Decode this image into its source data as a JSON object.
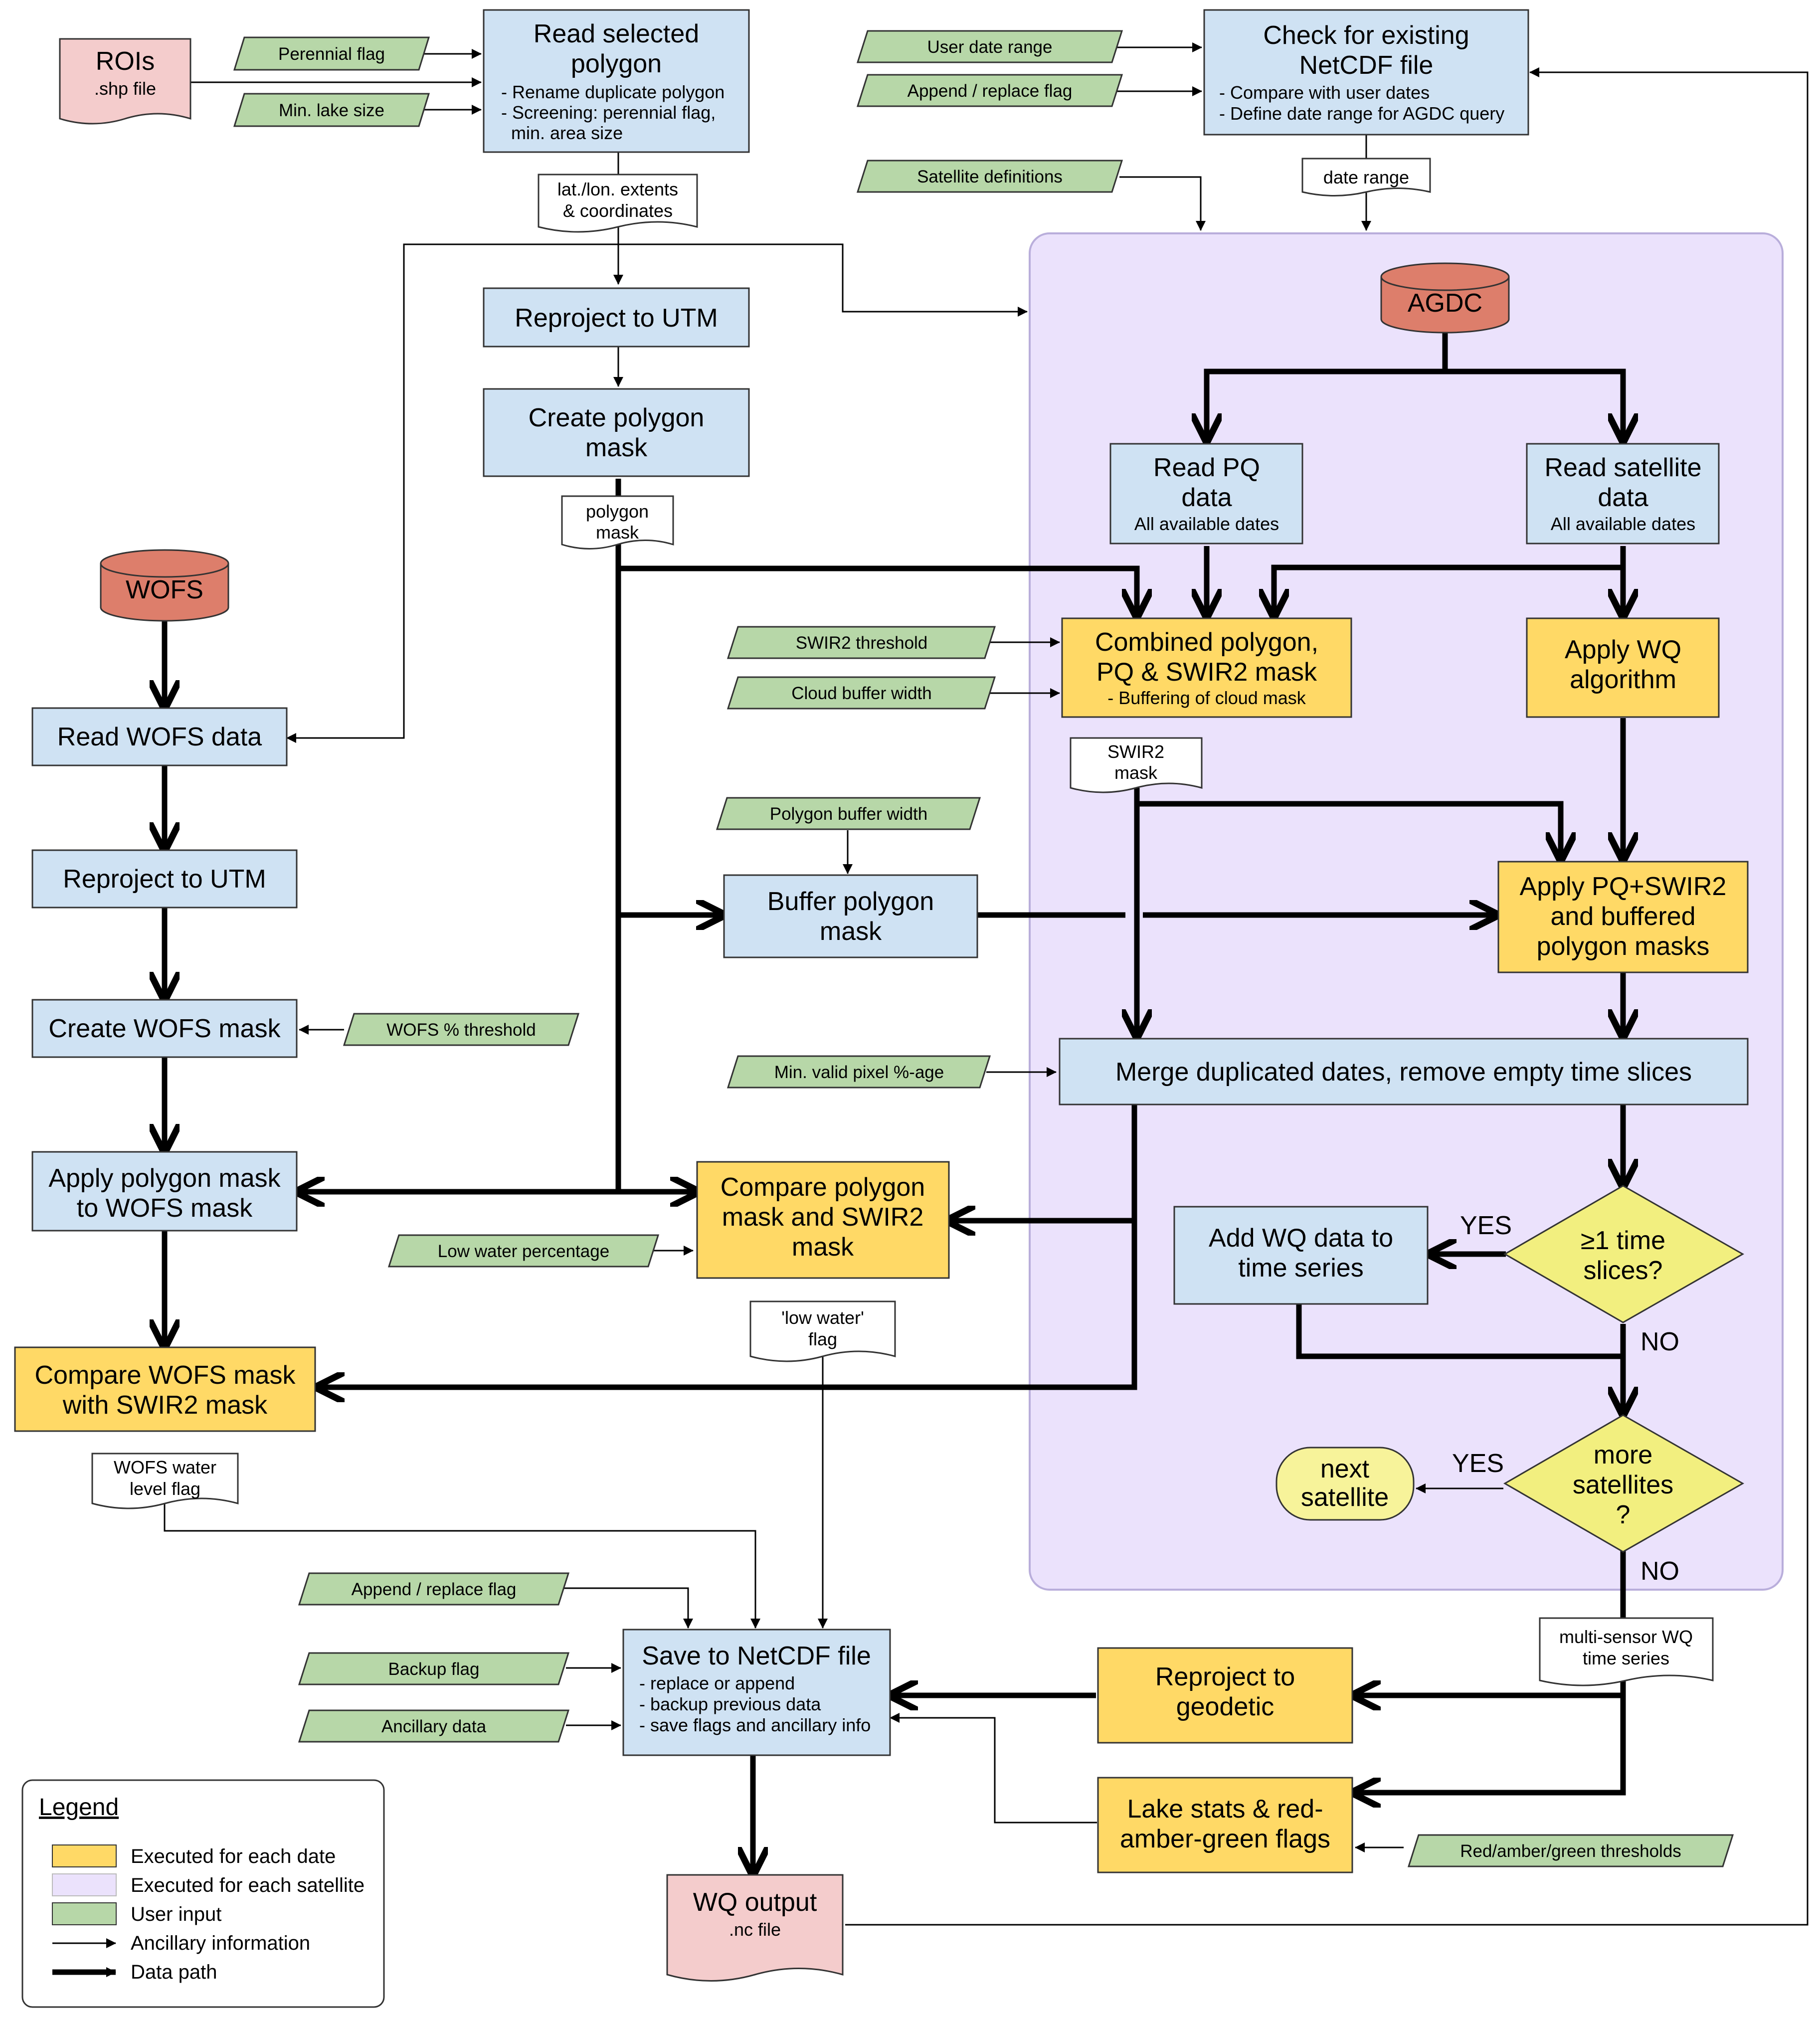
{
  "colors": {
    "process_blue": "#cfe2f3",
    "per_date_yellow": "#ffd966",
    "per_satellite_lavender": "#ebe2fc",
    "user_input_green": "#b7d7a8",
    "database_red": "#dd7e6b",
    "file_pink": "#f4cccc",
    "decision_yellow": "#f2ef7f",
    "stroke": "#333333"
  },
  "nodes": {
    "rois": {
      "title": "ROIs",
      "sub": ".shp file"
    },
    "read_polygon": {
      "title1": "Read selected",
      "title2": "polygon",
      "d1": "- Rename duplicate polygon",
      "d2": "- Screening: perennial flag,",
      "d3": "min. area size"
    },
    "check_netcdf": {
      "title1": "Check for existing",
      "title2": "NetCDF file",
      "d1": "- Compare with user dates",
      "d2": "- Define date range for AGDC query"
    },
    "reproject_utm_1": {
      "label": "Reproject to UTM"
    },
    "create_polygon_mask": {
      "l1": "Create polygon",
      "l2": "mask"
    },
    "agdc": {
      "label": "AGDC"
    },
    "read_pq": {
      "l1": "Read PQ",
      "l2": "data",
      "sub": "All available dates"
    },
    "read_satellite": {
      "l1": "Read satellite",
      "l2": "data",
      "sub": "All available dates"
    },
    "wofs_db": {
      "label": "WOFS"
    },
    "read_wofs": {
      "label": "Read WOFS data"
    },
    "reproject_utm_2": {
      "label": "Reproject to UTM"
    },
    "create_wofs_mask": {
      "label": "Create WOFS mask"
    },
    "apply_polygon_mask": {
      "l1": "Apply polygon mask",
      "l2": "to WOFS mask"
    },
    "compare_wofs": {
      "l1": "Compare WOFS mask",
      "l2": "with SWIR2 mask"
    },
    "combined_mask": {
      "l1": "Combined polygon,",
      "l2": "PQ & SWIR2 mask",
      "sub": "- Buffering of cloud mask"
    },
    "apply_wq": {
      "l1": "Apply WQ",
      "l2": "algorithm"
    },
    "buffer_polygon": {
      "l1": "Buffer polygon",
      "l2": "mask"
    },
    "apply_pq_swir2": {
      "l1": "Apply PQ+SWIR2",
      "l2": "and buffered",
      "l3": "polygon masks"
    },
    "merge_dates": {
      "label": "Merge duplicated dates, remove empty time slices"
    },
    "compare_polygon_swir2": {
      "l1": "Compare polygon",
      "l2": "mask and SWIR2",
      "l3": "mask"
    },
    "add_wq": {
      "l1": "Add WQ data to",
      "l2": "time series"
    },
    "decision_time": {
      "l1": "≥1 time",
      "l2": "slices?"
    },
    "decision_sat": {
      "l1": "more",
      "l2": "satellites",
      "l3": "?"
    },
    "next_satellite": {
      "l1": "next",
      "l2": "satellite"
    },
    "save_netcdf": {
      "title": "Save to NetCDF file",
      "d1": "- replace or append",
      "d2": "- backup previous data",
      "d3": "- save flags and ancillary info"
    },
    "reproject_geodetic": {
      "l1": "Reproject to",
      "l2": "geodetic"
    },
    "lake_stats": {
      "l1": "Lake stats & red-",
      "l2": "amber-green flags"
    },
    "wq_output": {
      "title": "WQ output",
      "sub": ".nc file"
    }
  },
  "inputs": {
    "perennial_flag": "Perennial flag",
    "min_lake_size": "Min. lake size",
    "user_date_range": "User date range",
    "append_replace_top": "Append / replace flag",
    "satellite_definitions": "Satellite definitions",
    "swir2_threshold": "SWIR2 threshold",
    "cloud_buffer_width": "Cloud buffer width",
    "polygon_buffer_width": "Polygon buffer width",
    "wofs_threshold": "WOFS % threshold",
    "min_valid_pixel": "Min. valid pixel %-age",
    "low_water_percentage": "Low water percentage",
    "append_replace_bottom": "Append / replace flag",
    "backup_flag": "Backup flag",
    "ancillary_data": "Ancillary data",
    "rag_thresholds": "Red/amber/green thresholds"
  },
  "documents": {
    "latlon": {
      "l1": "lat./lon. extents",
      "l2": "& coordinates"
    },
    "date_range": {
      "l1": "date range"
    },
    "polygon_mask": {
      "l1": "polygon",
      "l2": "mask"
    },
    "swir2_mask": {
      "l1": "SWIR2",
      "l2": "mask"
    },
    "low_water": {
      "l1": "'low water'",
      "l2": "flag"
    },
    "wofs_water_level": {
      "l1": "WOFS water",
      "l2": "level flag"
    },
    "multi_sensor": {
      "l1": "multi-sensor WQ",
      "l2": "time series"
    }
  },
  "labels": {
    "yes_1": "YES",
    "no_1": "NO",
    "yes_2": "YES",
    "no_2": "NO"
  },
  "legend": {
    "title": "Legend",
    "items": [
      {
        "label": "Executed for each date",
        "swatch": "#ffd966"
      },
      {
        "label": "Executed for each satellite",
        "swatch": "#ebe2fc"
      },
      {
        "label": "User input",
        "swatch": "#b7d7a8"
      },
      {
        "label": "Ancillary information",
        "line": "thin"
      },
      {
        "label": "Data path",
        "line": "thick"
      }
    ]
  }
}
